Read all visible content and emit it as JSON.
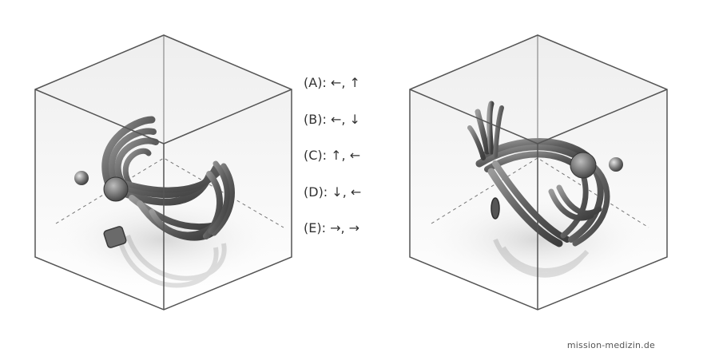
{
  "options": [
    {
      "label": "(A): ←, ↑"
    },
    {
      "label": "(B): ←, ↓"
    },
    {
      "label": "(C): ↑, ←"
    },
    {
      "label": "(D): ↓, ←"
    },
    {
      "label": "(E): →, →"
    }
  ],
  "credit": "mission-medizin.de",
  "colors": {
    "box_edge": "#555555",
    "box_face": "#f1f1f1",
    "object": "#6e6e6e"
  }
}
